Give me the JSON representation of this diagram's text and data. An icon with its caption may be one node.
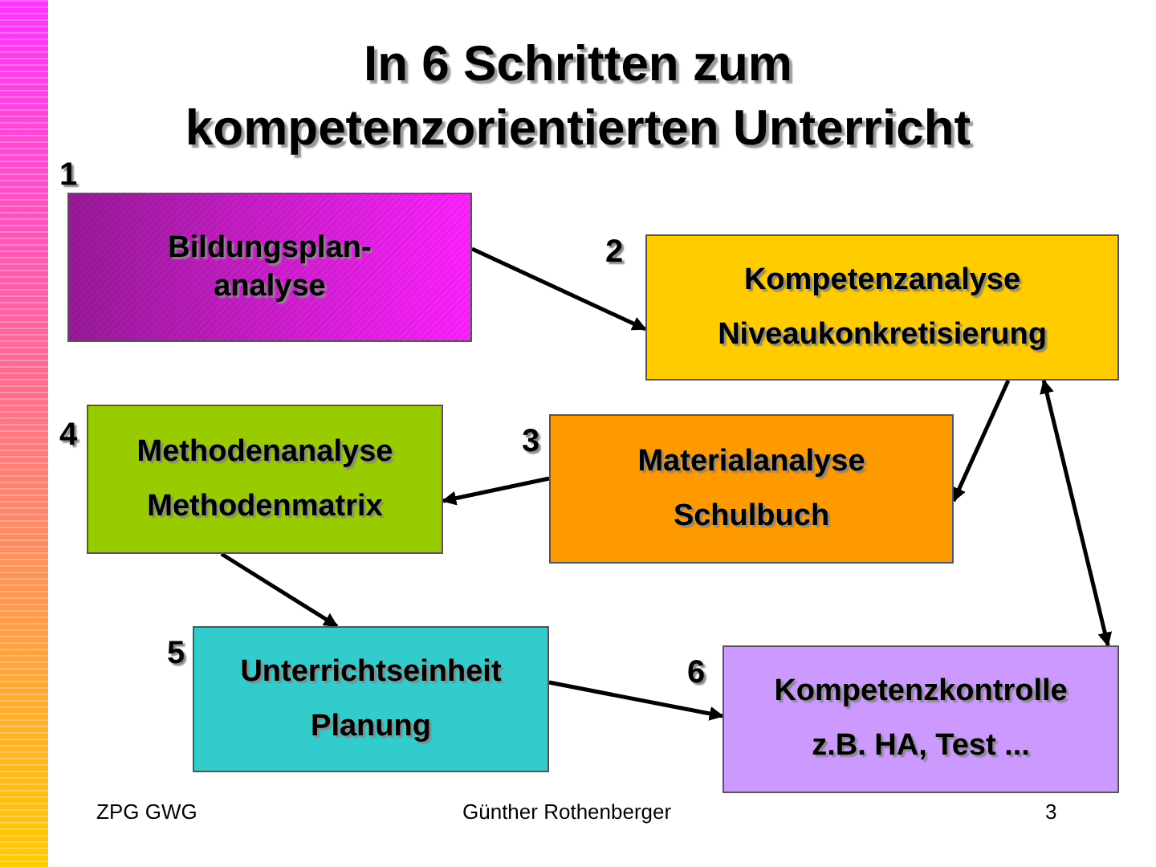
{
  "diagram": {
    "title": "In 6 Schritten zum kompetenzorientierten Unterricht",
    "nodes": [
      {
        "text": [
          "Bildungsplan- analyse"
        ],
        "beside": [
          "1"
        ]
      },
      {
        "text": [
          "Kompetenzanalyse",
          "Niveaukonkretisierung"
        ],
        "beside": [
          "2"
        ]
      },
      {
        "text": [
          "Materialanalyse",
          "Schulbuch"
        ],
        "beside": [
          "3"
        ]
      },
      {
        "text": [
          "Methodenanalyse",
          "Methodenmatrix"
        ],
        "beside": [
          "4"
        ]
      },
      {
        "text": [
          "Unterrichtseinheit",
          "Planung"
        ],
        "beside": [
          "5"
        ]
      },
      {
        "text": [
          "Kompetenzkontrolle",
          "z.B. HA, Test ..."
        ],
        "beside": [
          "6"
        ]
      }
    ],
    "edges": [
      {
        "from": 0,
        "to": 1,
        "arrow": "to"
      },
      {
        "from": 1,
        "to": 2,
        "arrow": "to"
      },
      {
        "from": 2,
        "to": 3,
        "arrow": "to"
      },
      {
        "from": 3,
        "to": 4,
        "arrow": "to"
      },
      {
        "from": 4,
        "to": 5,
        "arrow": "to"
      },
      {
        "from": 1,
        "to": 5,
        "arrow": "both"
      }
    ],
    "labels": [
      "ZPG GWG",
      "Günther Rothenberger",
      "3"
    ]
  }
}
